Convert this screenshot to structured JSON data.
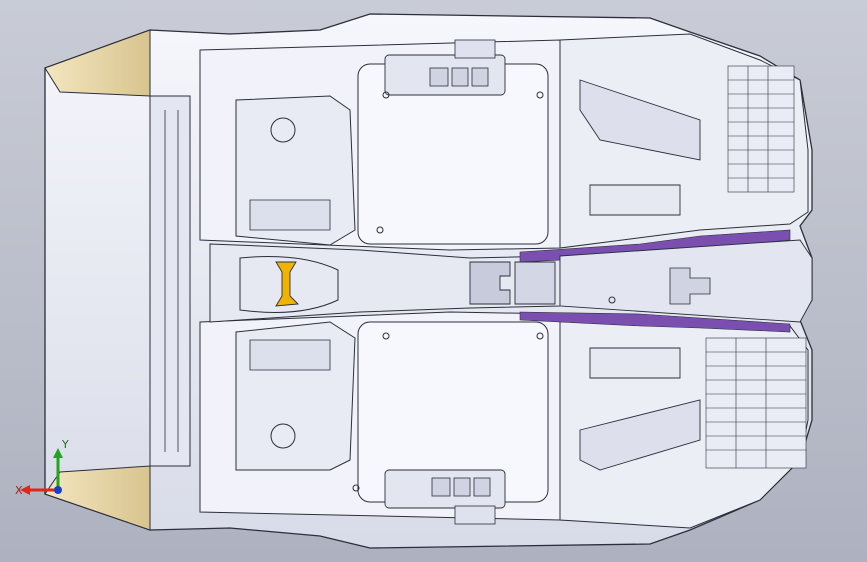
{
  "app": {
    "view": "cad-3d-viewport"
  },
  "triad": {
    "x_label": "X",
    "y_label": "Y",
    "colors": {
      "x": "#e0261b",
      "y": "#1fa51f",
      "z": "#1b3bd6"
    }
  },
  "model": {
    "part": "automotive-seat-frame-molded-tray",
    "colors": {
      "body": "#eef0f8",
      "line": "#2b2f3a",
      "shade": "#d6dae8",
      "cavity": "#c3c7d6",
      "tan_tip": "#e7d7a8",
      "purple_rib": "#7a4fb0",
      "yellow_clip": "#f0b400"
    }
  }
}
